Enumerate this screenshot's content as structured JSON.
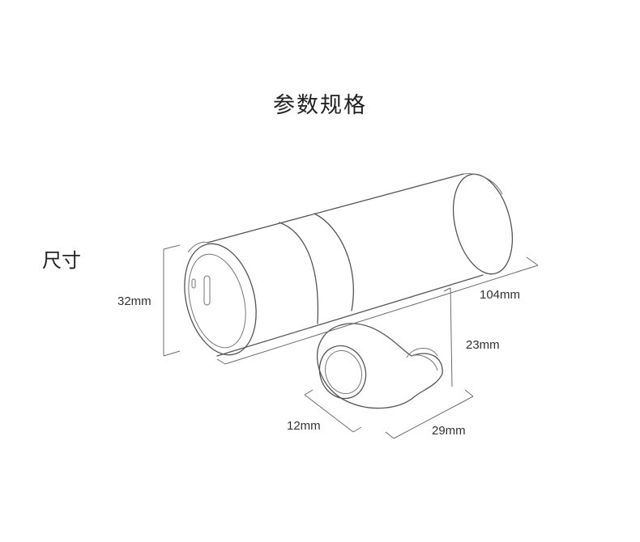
{
  "title": "参数规格",
  "section_label": "尺寸",
  "dimensions": {
    "case_height": "32mm",
    "case_length": "104mm",
    "earbud_height": "23mm",
    "earbud_depth": "12mm",
    "earbud_width": "29mm"
  }
}
